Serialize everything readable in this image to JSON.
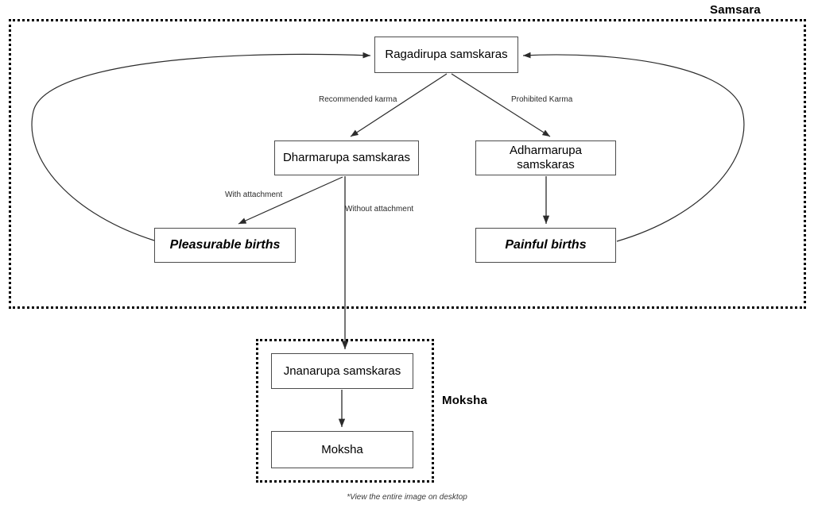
{
  "diagram": {
    "title_caption": "*View the entire image on desktop",
    "colors": {
      "stroke": "#000000",
      "box_border": "#4c4c4c",
      "background": "#ffffff",
      "edge_label": "#2b2b2b"
    },
    "regions": [
      {
        "id": "samsara",
        "label": "Samsara",
        "style": "dotted"
      },
      {
        "id": "moksha",
        "label": "Moksha",
        "style": "dotted"
      }
    ],
    "nodes": [
      {
        "id": "ragadirupa",
        "label": "Ragadirupa samskaras",
        "emphasis": false
      },
      {
        "id": "dharmarupa",
        "label": "Dharmarupa samskaras",
        "emphasis": false
      },
      {
        "id": "adharmarupa",
        "label": "Adharmarupa samskaras",
        "emphasis": false
      },
      {
        "id": "pleasurable",
        "label": "Pleasurable births",
        "emphasis": true
      },
      {
        "id": "painful",
        "label": "Painful births",
        "emphasis": true
      },
      {
        "id": "jnanarupa",
        "label": "Jnanarupa samskaras",
        "emphasis": false
      },
      {
        "id": "moksha",
        "label": "Moksha",
        "emphasis": false
      }
    ],
    "edges": [
      {
        "from": "ragadirupa",
        "to": "dharmarupa",
        "label": "Recommended karma"
      },
      {
        "from": "ragadirupa",
        "to": "adharmarupa",
        "label": "Prohibited Karma"
      },
      {
        "from": "dharmarupa",
        "to": "pleasurable",
        "label": "With attachment"
      },
      {
        "from": "dharmarupa",
        "to": "jnanarupa",
        "label": "Without attachment"
      },
      {
        "from": "adharmarupa",
        "to": "painful",
        "label": ""
      },
      {
        "from": "pleasurable",
        "to": "ragadirupa",
        "label": ""
      },
      {
        "from": "painful",
        "to": "ragadirupa",
        "label": ""
      },
      {
        "from": "jnanarupa",
        "to": "moksha",
        "label": ""
      }
    ]
  }
}
